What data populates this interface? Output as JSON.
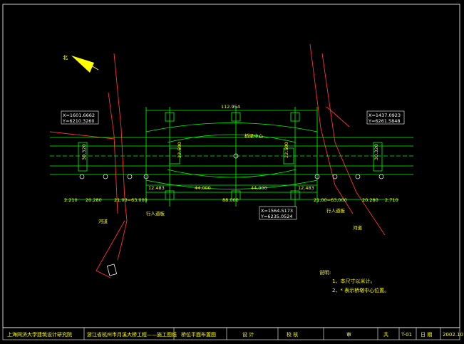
{
  "labels": {
    "north": "北",
    "coordinates_left": {
      "x": "X=1601.6662",
      "y": "Y=6210.3260"
    },
    "coordinates_right": {
      "x": "X=1437.0923",
      "y": "Y=6261.5848"
    },
    "coordinates_center": {
      "x": "X=1564.5173",
      "y": "Y=6235.0524"
    },
    "bridge_center": "桥梁中心",
    "dim_total_top": "112.954",
    "dim_span_left": "44.000",
    "dim_span_right": "44.000",
    "dim_bottom_total": "88.000",
    "dim_left_side": "12.483",
    "dim_right_side": "12.483",
    "dim_edge_left": "2.210",
    "dim_edge_right": "2.710",
    "dim_left_span": "20.280",
    "dim_right_span": "20.280",
    "dim_left_sum": "21.00=63.000",
    "dim_right_sum": "21.00=63.000",
    "side_w_left": "30.320",
    "side_w_right": "30.320",
    "side_w_left2": "22.500",
    "side_w_right2": "22.500",
    "road_left": "行人道板",
    "road_right": "行人道板",
    "river_left": "河道",
    "river_right": "河道"
  },
  "notes": {
    "title": "说明:",
    "item1": "1、本尺寸以米计。",
    "item2": "2、* 表示桥墩中心位置。"
  },
  "titleblock": {
    "company": "上海同济大学建筑设计研究院",
    "project": "浙江省杭州市月溪大桥工程——施工图纸",
    "drawing": "桥位平面布置图",
    "design": "设 计",
    "check": "校 核",
    "approve": "审",
    "sheet_label": "共",
    "sheet_no": "T-01",
    "date_label": "日 期",
    "date": "2002.10"
  },
  "colors": {
    "background": "#000000",
    "bridge": "#00ff00",
    "text": "#ffff00",
    "coordinate": "#ffffff",
    "road": "#ff3333",
    "magenta": "#ff00ff"
  }
}
